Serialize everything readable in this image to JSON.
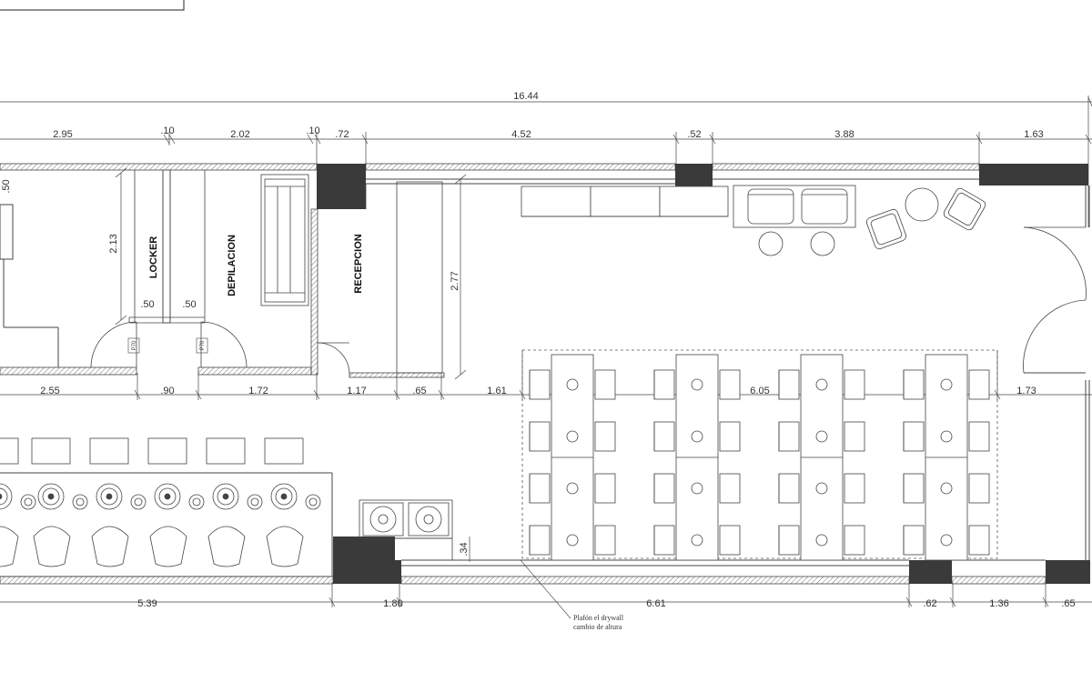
{
  "dimensions": {
    "overall": "16.44",
    "top": [
      "2.95",
      ".10",
      "2.02",
      ".10",
      ".72",
      "4.52",
      ".52",
      "3.88",
      "1.63"
    ],
    "middle": [
      "2.55",
      ".90",
      "1.72",
      "1.17",
      ".65",
      "1.61",
      "6.05",
      "1.73"
    ],
    "bottom": [
      "5.39",
      "1.80",
      "6.61",
      ".62",
      "1.36",
      ".65"
    ],
    "vertical": {
      "locker_height": "2.13",
      "reception_height": "2.77",
      "wall_top": ".50",
      "counter": ".34"
    },
    "lockers": [
      ".50",
      ".50"
    ]
  },
  "rooms": {
    "locker": "LOCKER",
    "depilacion": "DEPILACION",
    "recepcion": "RECEPCION"
  },
  "tags": {
    "door_left": "P70",
    "door_right": "P70"
  },
  "note": {
    "line1": "Plafón el drywall",
    "line2": "cambio de altura"
  }
}
